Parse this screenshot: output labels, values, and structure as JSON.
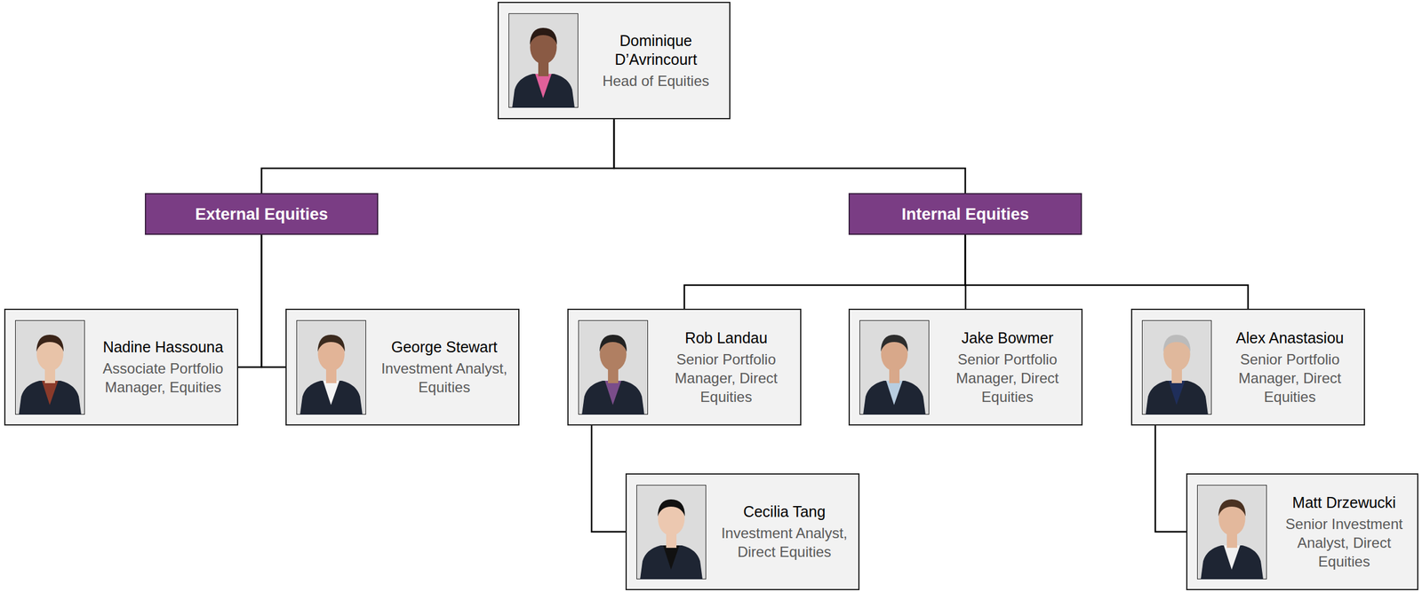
{
  "diagram": {
    "nodes": [
      {
        "text": [
          "Dominique D’Avrincourt",
          "Head of Equities"
        ]
      },
      {
        "text": [
          "External Equities"
        ]
      },
      {
        "text": [
          "Internal Equities"
        ]
      },
      {
        "text": [
          "Nadine Hassouna",
          "Associate Portfolio Manager, Equities"
        ]
      },
      {
        "text": [
          "George Stewart",
          "Investment Analyst, Equities"
        ]
      },
      {
        "text": [
          "Rob Landau",
          "Senior Portfolio Manager, Direct Equities"
        ]
      },
      {
        "text": [
          "Jake Bowmer",
          "Senior Portfolio Manager, Direct Equities"
        ]
      },
      {
        "text": [
          "Alex Anastasiou",
          "Senior Portfolio Manager, Direct Equities"
        ]
      },
      {
        "text": [
          "Cecilia Tang",
          "Investment Analyst, Direct Equities"
        ]
      },
      {
        "text": [
          "Matt Drzewucki",
          "Senior Investment Analyst, Direct Equities"
        ]
      }
    ],
    "edges": [
      {
        "from": 0,
        "to": 1,
        "arrow": "none"
      },
      {
        "from": 0,
        "to": 2,
        "arrow": "none"
      },
      {
        "from": 1,
        "to": 3,
        "arrow": "none"
      },
      {
        "from": 1,
        "to": 4,
        "arrow": "none"
      },
      {
        "from": 2,
        "to": 5,
        "arrow": "none"
      },
      {
        "from": 2,
        "to": 6,
        "arrow": "none"
      },
      {
        "from": 2,
        "to": 7,
        "arrow": "none"
      },
      {
        "from": 5,
        "to": 8,
        "arrow": "none"
      },
      {
        "from": 7,
        "to": 9,
        "arrow": "none"
      }
    ]
  }
}
